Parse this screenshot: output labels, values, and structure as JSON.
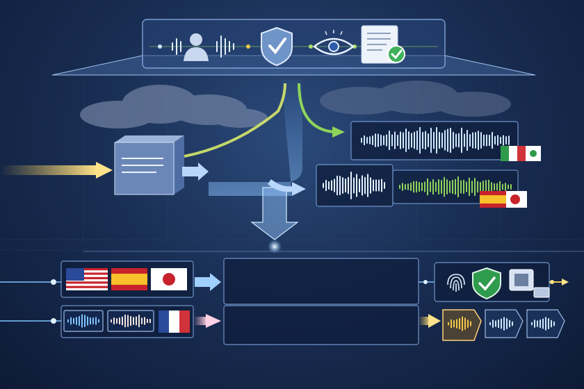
{
  "colors": {
    "background": "#1a2f55",
    "accent_blue": "#7fc4ff",
    "accent_green": "#8fd35a",
    "accent_yellow": "#f3c84a",
    "accent_orange": "#f39a3a",
    "accent_pink": "#f2a6c7",
    "check_green": "#3fb15a"
  },
  "icons": {
    "top_bar": [
      "person-icon",
      "shield-check-icon",
      "eye-icon",
      "document-check-icon"
    ],
    "security_bar": [
      "fingerprint-icon",
      "shield-check-icon",
      "film-chip-icon"
    ],
    "flags_row1": [
      "us-flag",
      "spain-flag",
      "japan-flag"
    ],
    "flags_row2": [
      "france-flag"
    ],
    "side_flags_upper": [
      "italy-flag",
      "mexico-flag"
    ],
    "side_flags_lower": [
      "spain-flag",
      "japan-flag"
    ]
  }
}
